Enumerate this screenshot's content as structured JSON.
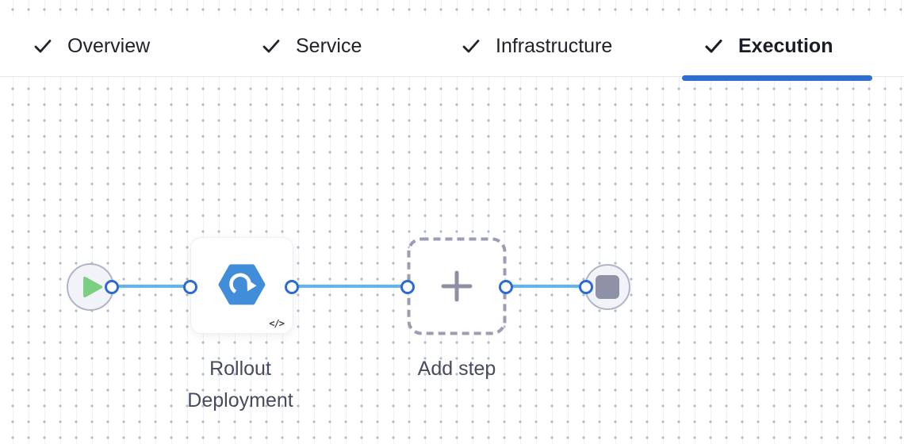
{
  "header": {
    "tabs": [
      {
        "label": "Overview",
        "checked": true,
        "active": false
      },
      {
        "label": "Service",
        "checked": true,
        "active": false
      },
      {
        "label": "Infrastructure",
        "checked": true,
        "active": false
      },
      {
        "label": "Execution",
        "checked": true,
        "active": true
      }
    ],
    "active_tab": "Execution"
  },
  "pipeline": {
    "start_node": {
      "icon": "play-icon"
    },
    "step": {
      "name": "Rollout Deployment",
      "icon": "rollout-deployment-icon",
      "badge_icon": "code-icon",
      "badge_glyph": "</>"
    },
    "add_step": {
      "label": "Add step",
      "icon": "plus-icon"
    },
    "end_node": {
      "icon": "stop-icon"
    }
  },
  "colors": {
    "accent_blue": "#2e6ed3",
    "connector_blue": "#5eb5f0",
    "port_border_blue": "#2b6bd4",
    "step_icon_blue": "#418dd9",
    "play_green": "#7ccf81",
    "stop_gray": "#8f91a7",
    "node_fill": "#f2f2f9",
    "node_border": "#b1b3c7",
    "label_text": "#484a5e",
    "tab_text": "#20222b"
  }
}
